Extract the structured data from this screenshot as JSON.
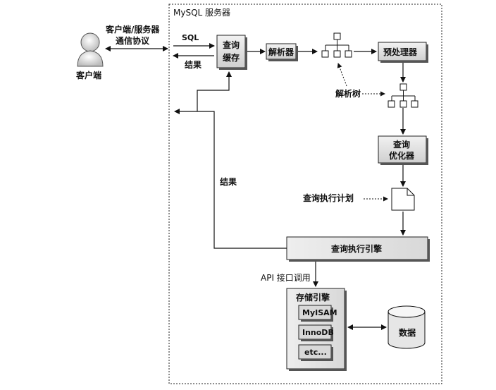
{
  "diagram": {
    "server_title": "MySQL 服务器",
    "client": {
      "label": "客户端"
    },
    "protocol_label_line1": "客户端/服务器",
    "protocol_label_line2": "通信协议",
    "sql_label": "SQL",
    "result_label_top": "结果",
    "result_label_left": "结果",
    "query_cache_line1": "查询",
    "query_cache_line2": "缓存",
    "parser": "解析器",
    "preprocessor": "预处理器",
    "parse_tree": "解析树",
    "optimizer_line1": "查询",
    "optimizer_line2": "优化器",
    "exec_plan": "查询执行计划",
    "exec_engine": "查询执行引擎",
    "api_label": "API 接口调用",
    "storage_engines": {
      "title": "存储引擎",
      "items": [
        "MyISAM",
        "InnoDB",
        "etc..."
      ]
    },
    "data_label": "数据"
  }
}
